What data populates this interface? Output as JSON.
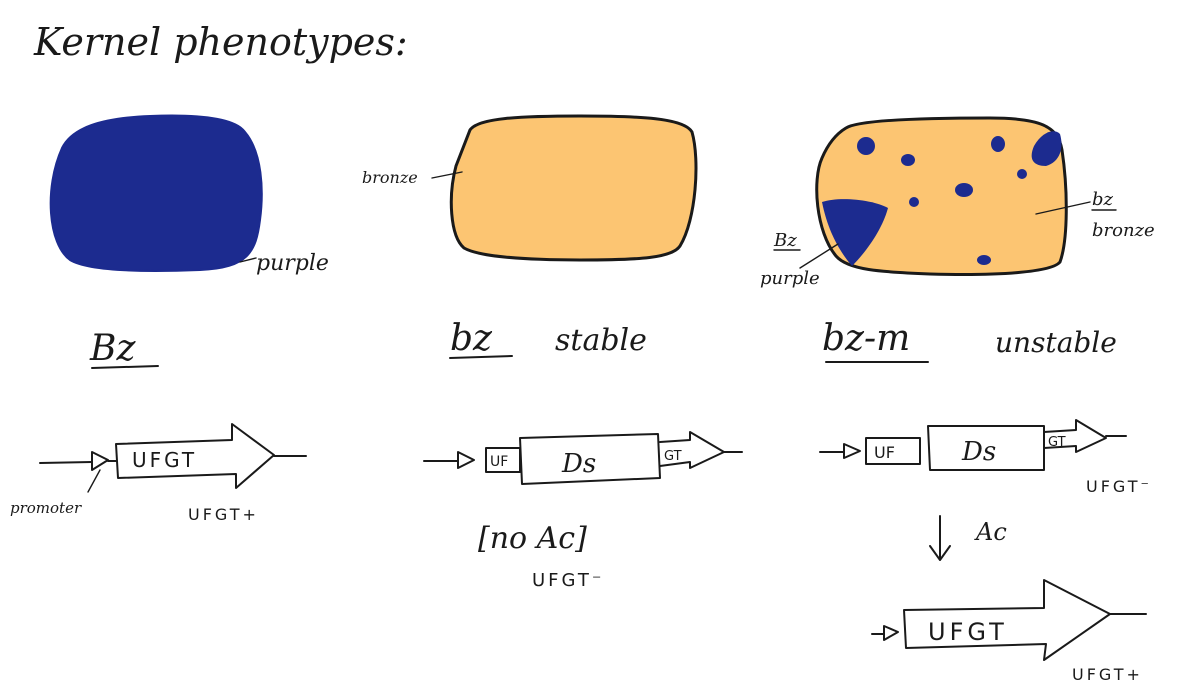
{
  "title": "Kernel phenotypes:",
  "colors": {
    "purple": "#1c2b8f",
    "bronze": "#fcc572",
    "ink": "#1a1a1a"
  },
  "kernels": [
    {
      "label": "purple",
      "genotype": "Bz",
      "note": ""
    },
    {
      "label": "bronze",
      "genotype": "bz",
      "note": "stable"
    },
    {
      "label_spot": "Bz",
      "label_spot_color": "purple",
      "label_bg": "bz",
      "label_bg_color": "bronze",
      "genotype": "bz-m",
      "note": "unstable"
    }
  ],
  "genes": {
    "left": {
      "gene": "UFGT",
      "promoter_label": "promoter",
      "phenotype": "UFGT+"
    },
    "middle": {
      "gene_start": "UF",
      "insert": "Ds",
      "gene_end": "GT",
      "condition": "[no Ac]",
      "phenotype": "UFGT⁻"
    },
    "right": {
      "gene_start": "UF",
      "insert": "Ds",
      "gene_end": "GT",
      "phenotype": "UFGT⁻",
      "transition": "Ac",
      "result_gene": "UFGT",
      "result_phenotype": "UFGT+"
    }
  }
}
